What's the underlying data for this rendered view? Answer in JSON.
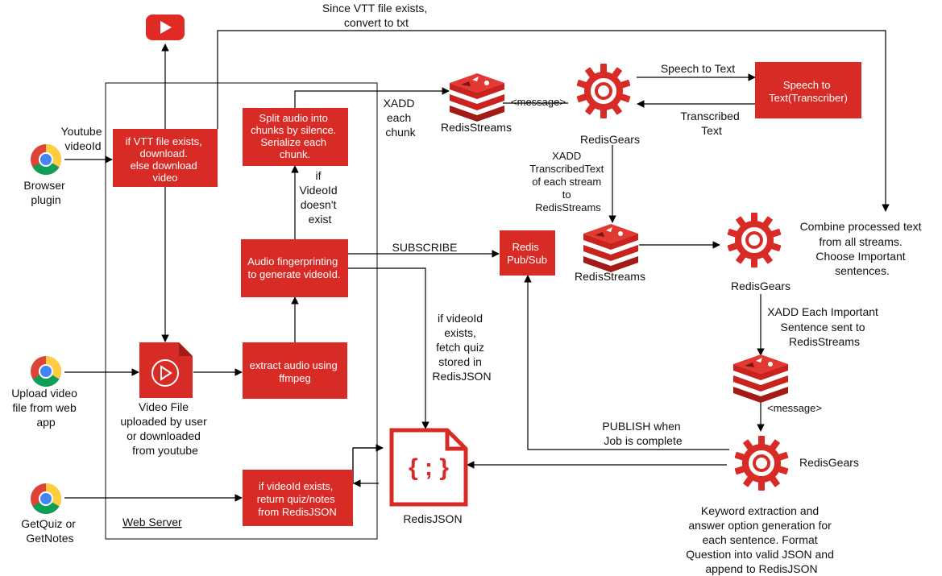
{
  "colors": {
    "red": "#d92b26",
    "dark_red": "#a31b16",
    "line": "#000000",
    "web_server_border": "#333333"
  },
  "web_server": {
    "label": "Web Server"
  },
  "boxes": {
    "vtt_download": [
      "if VTT file exists,",
      "download.",
      "else download",
      "video"
    ],
    "split_audio": [
      "Split audio into",
      "chunks by silence.",
      "Serialize each",
      "chunk."
    ],
    "fingerprint": [
      "Audio fingerprinting",
      "to generate videoId."
    ],
    "extract_audio": [
      "extract audio using",
      "ffmpeg"
    ],
    "return_quiz": [
      "if videoId exists,",
      "return quiz/notes",
      "from RedisJSON"
    ],
    "speech_to_text": [
      "Speech to",
      "Text(Transcriber)"
    ],
    "pubsub": [
      "Redis",
      "Pub/Sub"
    ]
  },
  "clients": {
    "browser_plugin": [
      "Browser",
      "plugin"
    ],
    "upload_video": [
      "Upload video",
      "file from web",
      "app"
    ],
    "getquiz": [
      "GetQuiz or",
      "GetNotes"
    ]
  },
  "icons": {
    "youtube": "youtube-icon",
    "chrome": "chrome-icon",
    "video_file": "video-file-icon",
    "redis_streams": "redis-streams-icon",
    "redis_gears": "redis-gears-icon",
    "redis_json": "redis-json-icon"
  },
  "labels": {
    "youtube_videoid": [
      "Youtube",
      "videoId"
    ],
    "vtt_exists_convert": [
      "Since VTT file exists,",
      "convert to txt"
    ],
    "xadd_each_chunk": [
      "XADD",
      "each",
      "chunk"
    ],
    "redis_streams_1": "RedisStreams",
    "message_1": "<message>",
    "redis_gears_1": "RedisGears",
    "speech_to_text_arrow": "Speech to Text",
    "transcribed_text": [
      "Transcribed",
      "Text"
    ],
    "xadd_transcribed": [
      "XADD",
      "TranscribedText",
      "of each stream",
      "to",
      "RedisStreams"
    ],
    "redis_streams_2": "RedisStreams",
    "redis_gears_2": "RedisGears",
    "combine_text": [
      "Combine processed text",
      "from all streams.",
      "Choose Important",
      "sentences."
    ],
    "xadd_important": [
      "XADD Each Important",
      "Sentence sent to",
      "RedisStreams"
    ],
    "message_2": "<message>",
    "redis_gears_3": "RedisGears",
    "keyword_extraction": [
      "Keyword extraction and",
      "answer option generation for",
      "each sentence. Format",
      "Question into valid JSON and",
      "append to RedisJSON"
    ],
    "publish_when": [
      "PUBLISH when",
      "Job is complete"
    ],
    "if_videoid_not_exist": [
      "if",
      "VideoId",
      "doesn't",
      "exist"
    ],
    "subscribe": "SUBSCRIBE",
    "if_videoid_exists_fetch": [
      "if videoId",
      "exists,",
      "fetch quiz",
      "stored in",
      "RedisJSON"
    ],
    "video_file": [
      "Video File",
      "uploaded by user",
      "or downloaded",
      "from youtube"
    ],
    "redis_json": "RedisJSON"
  }
}
